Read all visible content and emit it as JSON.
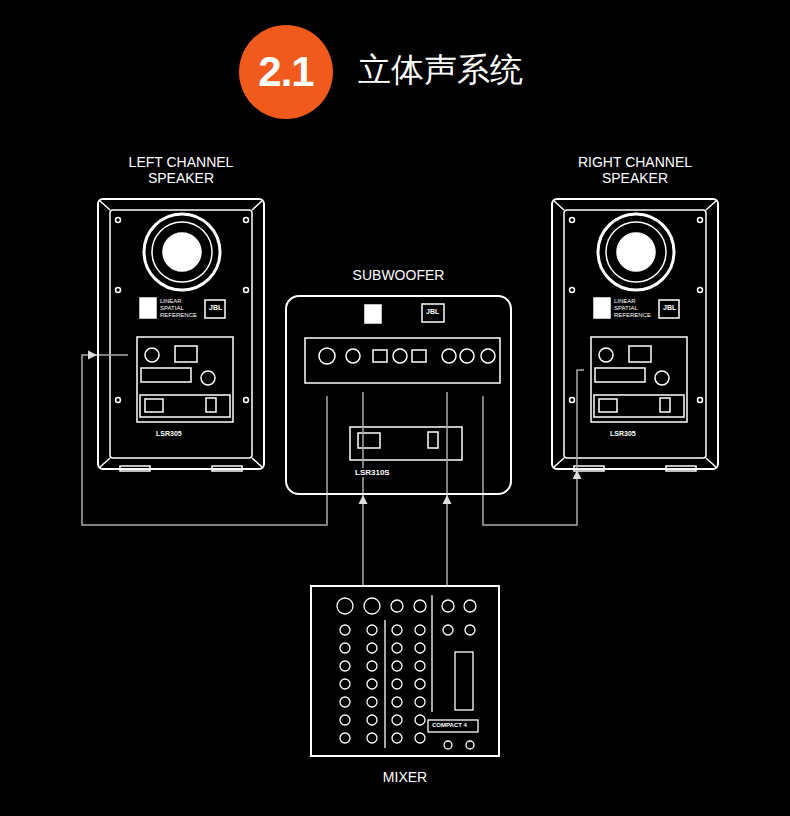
{
  "diagram": {
    "title": "立体声系统",
    "nodes": [
      {
        "text": [
          "2.1"
        ]
      },
      {
        "text": [
          "LEFT CHANNEL SPEAKER"
        ]
      },
      {
        "text": [
          "SUBWOOFER"
        ]
      },
      {
        "text": [
          "RIGHT CHANNEL SPEAKER"
        ]
      },
      {
        "text": [
          "MIXER"
        ]
      }
    ],
    "edges": [
      {
        "from": 4,
        "to": 2,
        "arrow": "to"
      },
      {
        "from": 4,
        "to": 2,
        "arrow": "to"
      },
      {
        "from": 2,
        "to": 1,
        "arrow": "to"
      },
      {
        "from": 2,
        "to": 3,
        "arrow": "to"
      }
    ],
    "labels": [
      "LINEAR SPATIAL REFERENCE",
      "JBL",
      "LSR305",
      "JBL",
      "LSR310S",
      "LINEAR SPATIAL REFERENCE",
      "JBL",
      "LSR305",
      "COMPACT 4"
    ]
  }
}
